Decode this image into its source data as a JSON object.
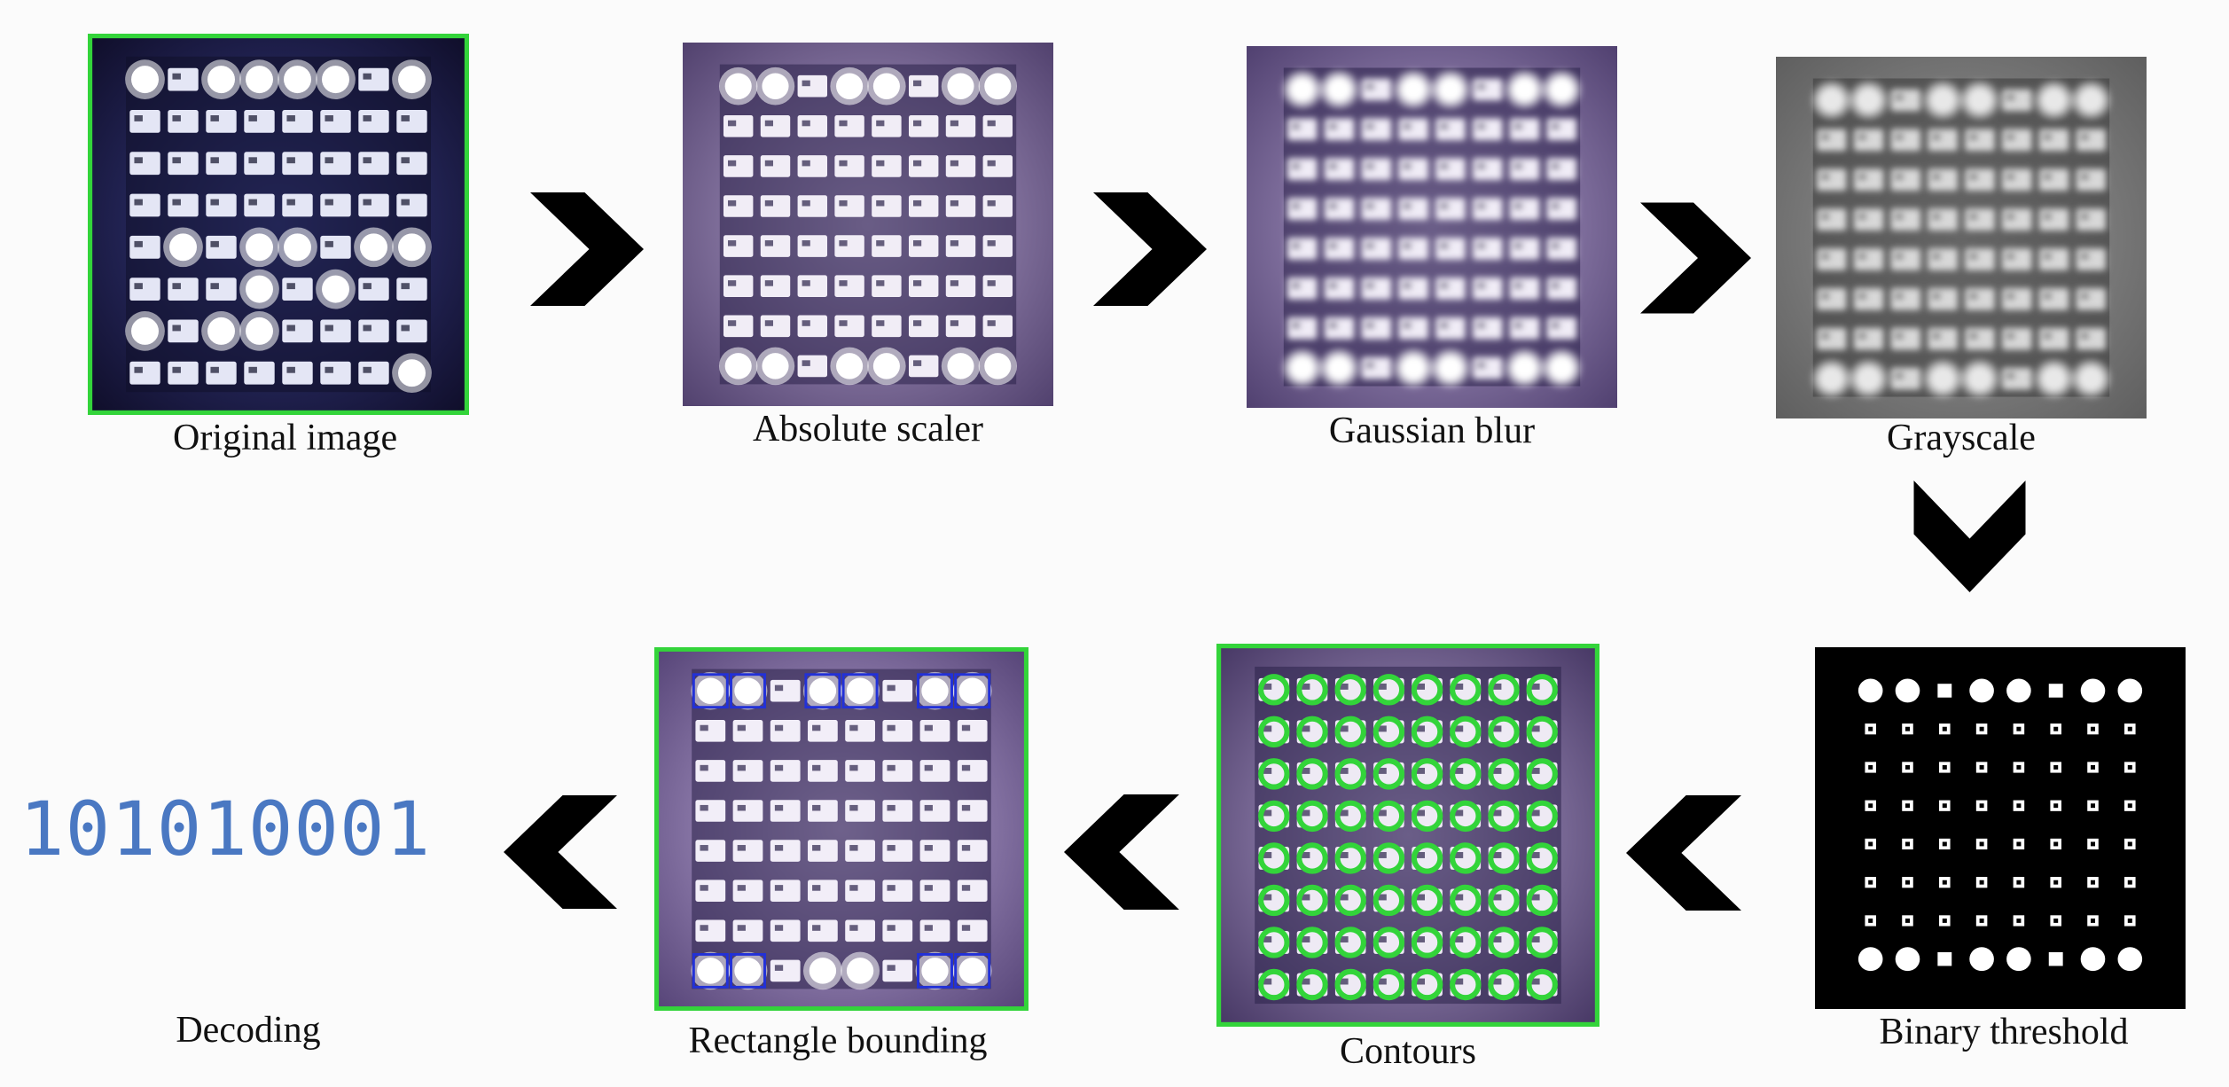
{
  "steps": {
    "original": "Original image",
    "absolute": "Absolute scaler",
    "gaussian": "Gaussian blur",
    "grayscale": "Grayscale",
    "binary": "Binary threshold",
    "contours": "Contours",
    "rectangle": "Rectangle bounding",
    "decoding": "Decoding"
  },
  "decoded_bits": "101010001",
  "colors": {
    "accent_green": "#33d43a",
    "bit_blue": "#4a78c2",
    "box_blue": "#2231d8",
    "arrow": "#000000"
  },
  "icons": [
    "chevron-right-icon",
    "chevron-down-icon",
    "chevron-left-icon"
  ],
  "led_states": {
    "original": [
      [
        1,
        0,
        1,
        1,
        1,
        1,
        0,
        1
      ],
      [
        0,
        0,
        0,
        0,
        0,
        0,
        0,
        0
      ],
      [
        0,
        0,
        0,
        0,
        0,
        0,
        0,
        0
      ],
      [
        0,
        0,
        0,
        0,
        0,
        0,
        0,
        0
      ],
      [
        0,
        1,
        0,
        1,
        1,
        0,
        1,
        1
      ],
      [
        0,
        0,
        0,
        1,
        0,
        1,
        0,
        0
      ],
      [
        1,
        0,
        1,
        1,
        0,
        0,
        0,
        0
      ],
      [
        0,
        0,
        0,
        0,
        0,
        0,
        0,
        1
      ]
    ],
    "scaled": [
      [
        1,
        1,
        0,
        1,
        1,
        0,
        1,
        1
      ],
      [
        0,
        0,
        0,
        0,
        0,
        0,
        0,
        0
      ],
      [
        0,
        0,
        0,
        0,
        0,
        0,
        0,
        0
      ],
      [
        0,
        0,
        0,
        0,
        0,
        0,
        0,
        0
      ],
      [
        0,
        0,
        0,
        0,
        0,
        0,
        0,
        0
      ],
      [
        0,
        0,
        0,
        0,
        0,
        0,
        0,
        0
      ],
      [
        0,
        0,
        0,
        0,
        0,
        0,
        0,
        0
      ],
      [
        1,
        1,
        0,
        1,
        1,
        0,
        1,
        1
      ]
    ],
    "bounding": [
      [
        1,
        1,
        0,
        1,
        1,
        0,
        1,
        1
      ],
      [
        0,
        0,
        0,
        0,
        0,
        0,
        0,
        0
      ],
      [
        0,
        0,
        0,
        0,
        0,
        0,
        0,
        0
      ],
      [
        0,
        0,
        0,
        0,
        0,
        0,
        0,
        0
      ],
      [
        0,
        0,
        0,
        0,
        0,
        0,
        0,
        0
      ],
      [
        0,
        0,
        0,
        0,
        0,
        0,
        0,
        0
      ],
      [
        0,
        0,
        0,
        0,
        0,
        0,
        0,
        0
      ],
      [
        1,
        1,
        0,
        0,
        0,
        0,
        1,
        1
      ]
    ]
  }
}
